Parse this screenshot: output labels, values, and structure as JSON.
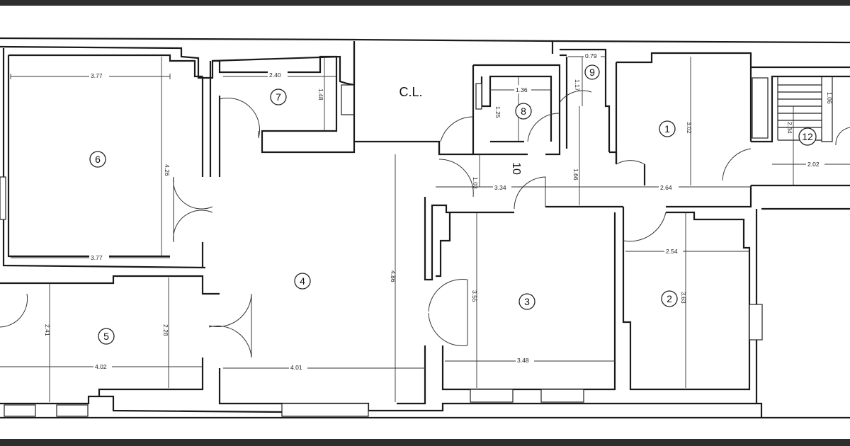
{
  "rooms": {
    "r1": "1",
    "r2": "2",
    "r3": "3",
    "r4": "4",
    "r5": "5",
    "r6": "6",
    "r7": "7",
    "r8": "8",
    "r9": "9",
    "r10": "10",
    "r12": "12",
    "cl": "C.L."
  },
  "dimensions": {
    "r6_top": "3.77",
    "r6_bottom": "3.77",
    "r6_height": "4.26",
    "r7_width": "2.40",
    "r7_height": "1.48",
    "r8_width": "1.36",
    "r8_height": "1.25",
    "r9_width": "0.79",
    "r9_height": "1.17",
    "r10_width": "3.34",
    "r10_left_h": "1.03",
    "r10_right_h": "1.66",
    "r1_width": "2.64",
    "r1_height": "3.02",
    "r12_width": "2.02",
    "r12_height": "2.34",
    "r12_stair": "1.06",
    "r4_width": "4.01",
    "r4_height": "4.86",
    "r5_width": "4.02",
    "r5_left_h": "2.41",
    "r5_right_h": "2.28",
    "r3_width": "3.48",
    "r3_height": "3.55",
    "r2_width": "2.54",
    "r2_height": "3.63"
  }
}
